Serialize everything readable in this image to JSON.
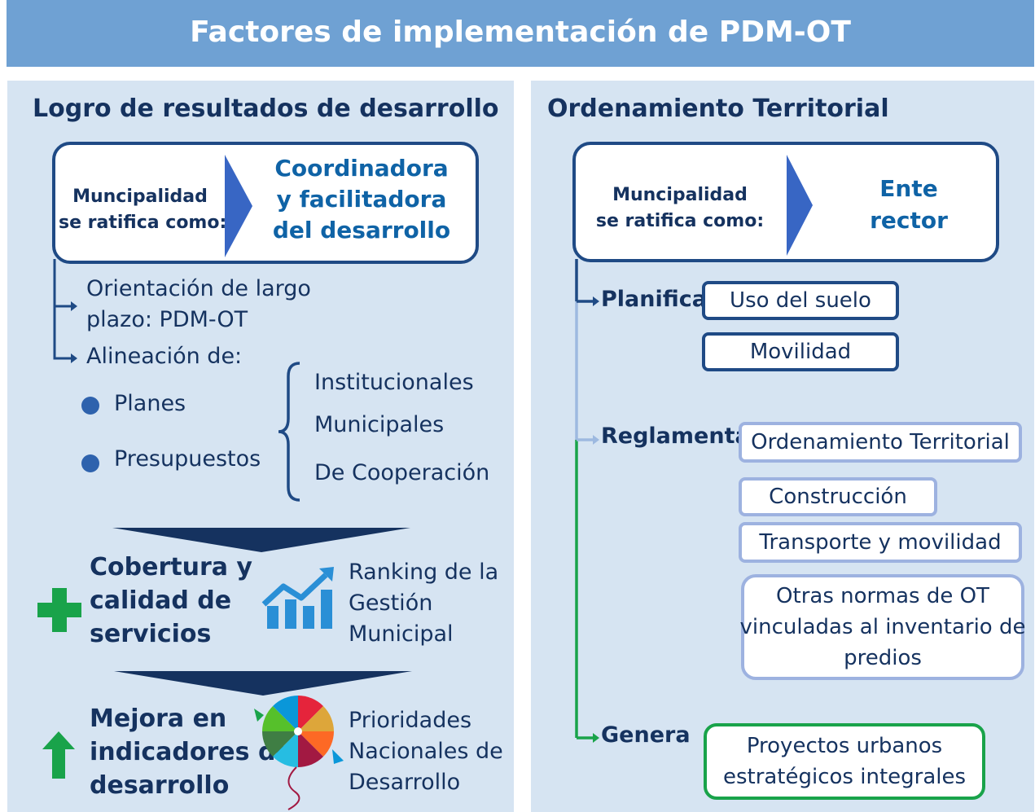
{
  "title": "Factores de implementación de PDM-OT",
  "colors": {
    "title_bar": "#6fa1d3",
    "panel": "#d6e4f2",
    "dark_blue": "#1f4a85",
    "accent_blue": "#0f63a6",
    "green": "#19a34a",
    "light_border": "#9db2e0"
  },
  "left": {
    "heading": "Logro de resultados de desarrollo",
    "box": {
      "line1": "Muncipalidad",
      "line2": "se ratifica como:",
      "role1": "Coordinadora",
      "role2": "y facilitadora",
      "role3": "del desarrollo"
    },
    "orientation1": "Orientación de largo",
    "orientation2": "plazo: PDM-OT",
    "alignment": "Alineación de:",
    "bullets": [
      "Planes",
      "Presupuestos"
    ],
    "types": [
      "Institucionales",
      "Municipales",
      "De Cooperación"
    ],
    "result1": {
      "line1": "Cobertura y",
      "line2": "calidad de",
      "line3": "servicios"
    },
    "ranking": {
      "line1": "Ranking de la",
      "line2": "Gestión",
      "line3": "Municipal"
    },
    "result2": {
      "line1": "Mejora en",
      "line2": "indicadores de",
      "line3": "desarrollo"
    },
    "priorities": {
      "line1": "Prioridades",
      "line2": "Nacionales de",
      "line3": "Desarrollo"
    },
    "icons": [
      "plus-icon",
      "chart-growth-icon",
      "up-arrow-icon",
      "sdg-kite-icon"
    ]
  },
  "right": {
    "heading": "Ordenamiento Territorial",
    "box": {
      "line1": "Muncipalidad",
      "line2": "se ratifica como:",
      "role1": "Ente",
      "role2": "rector"
    },
    "planifica": {
      "label": "Planifica",
      "items": [
        "Uso del suelo",
        "Movilidad"
      ]
    },
    "reglamenta": {
      "label": "Reglamenta",
      "items": [
        "Ordenamiento Territorial",
        "Construcción",
        "Transporte y movilidad"
      ],
      "other1": "Otras normas de OT",
      "other2": "vinculadas al inventario de",
      "other3": "predios"
    },
    "genera": {
      "label": "Genera",
      "line1": "Proyectos urbanos",
      "line2": "estratégicos integrales"
    }
  }
}
